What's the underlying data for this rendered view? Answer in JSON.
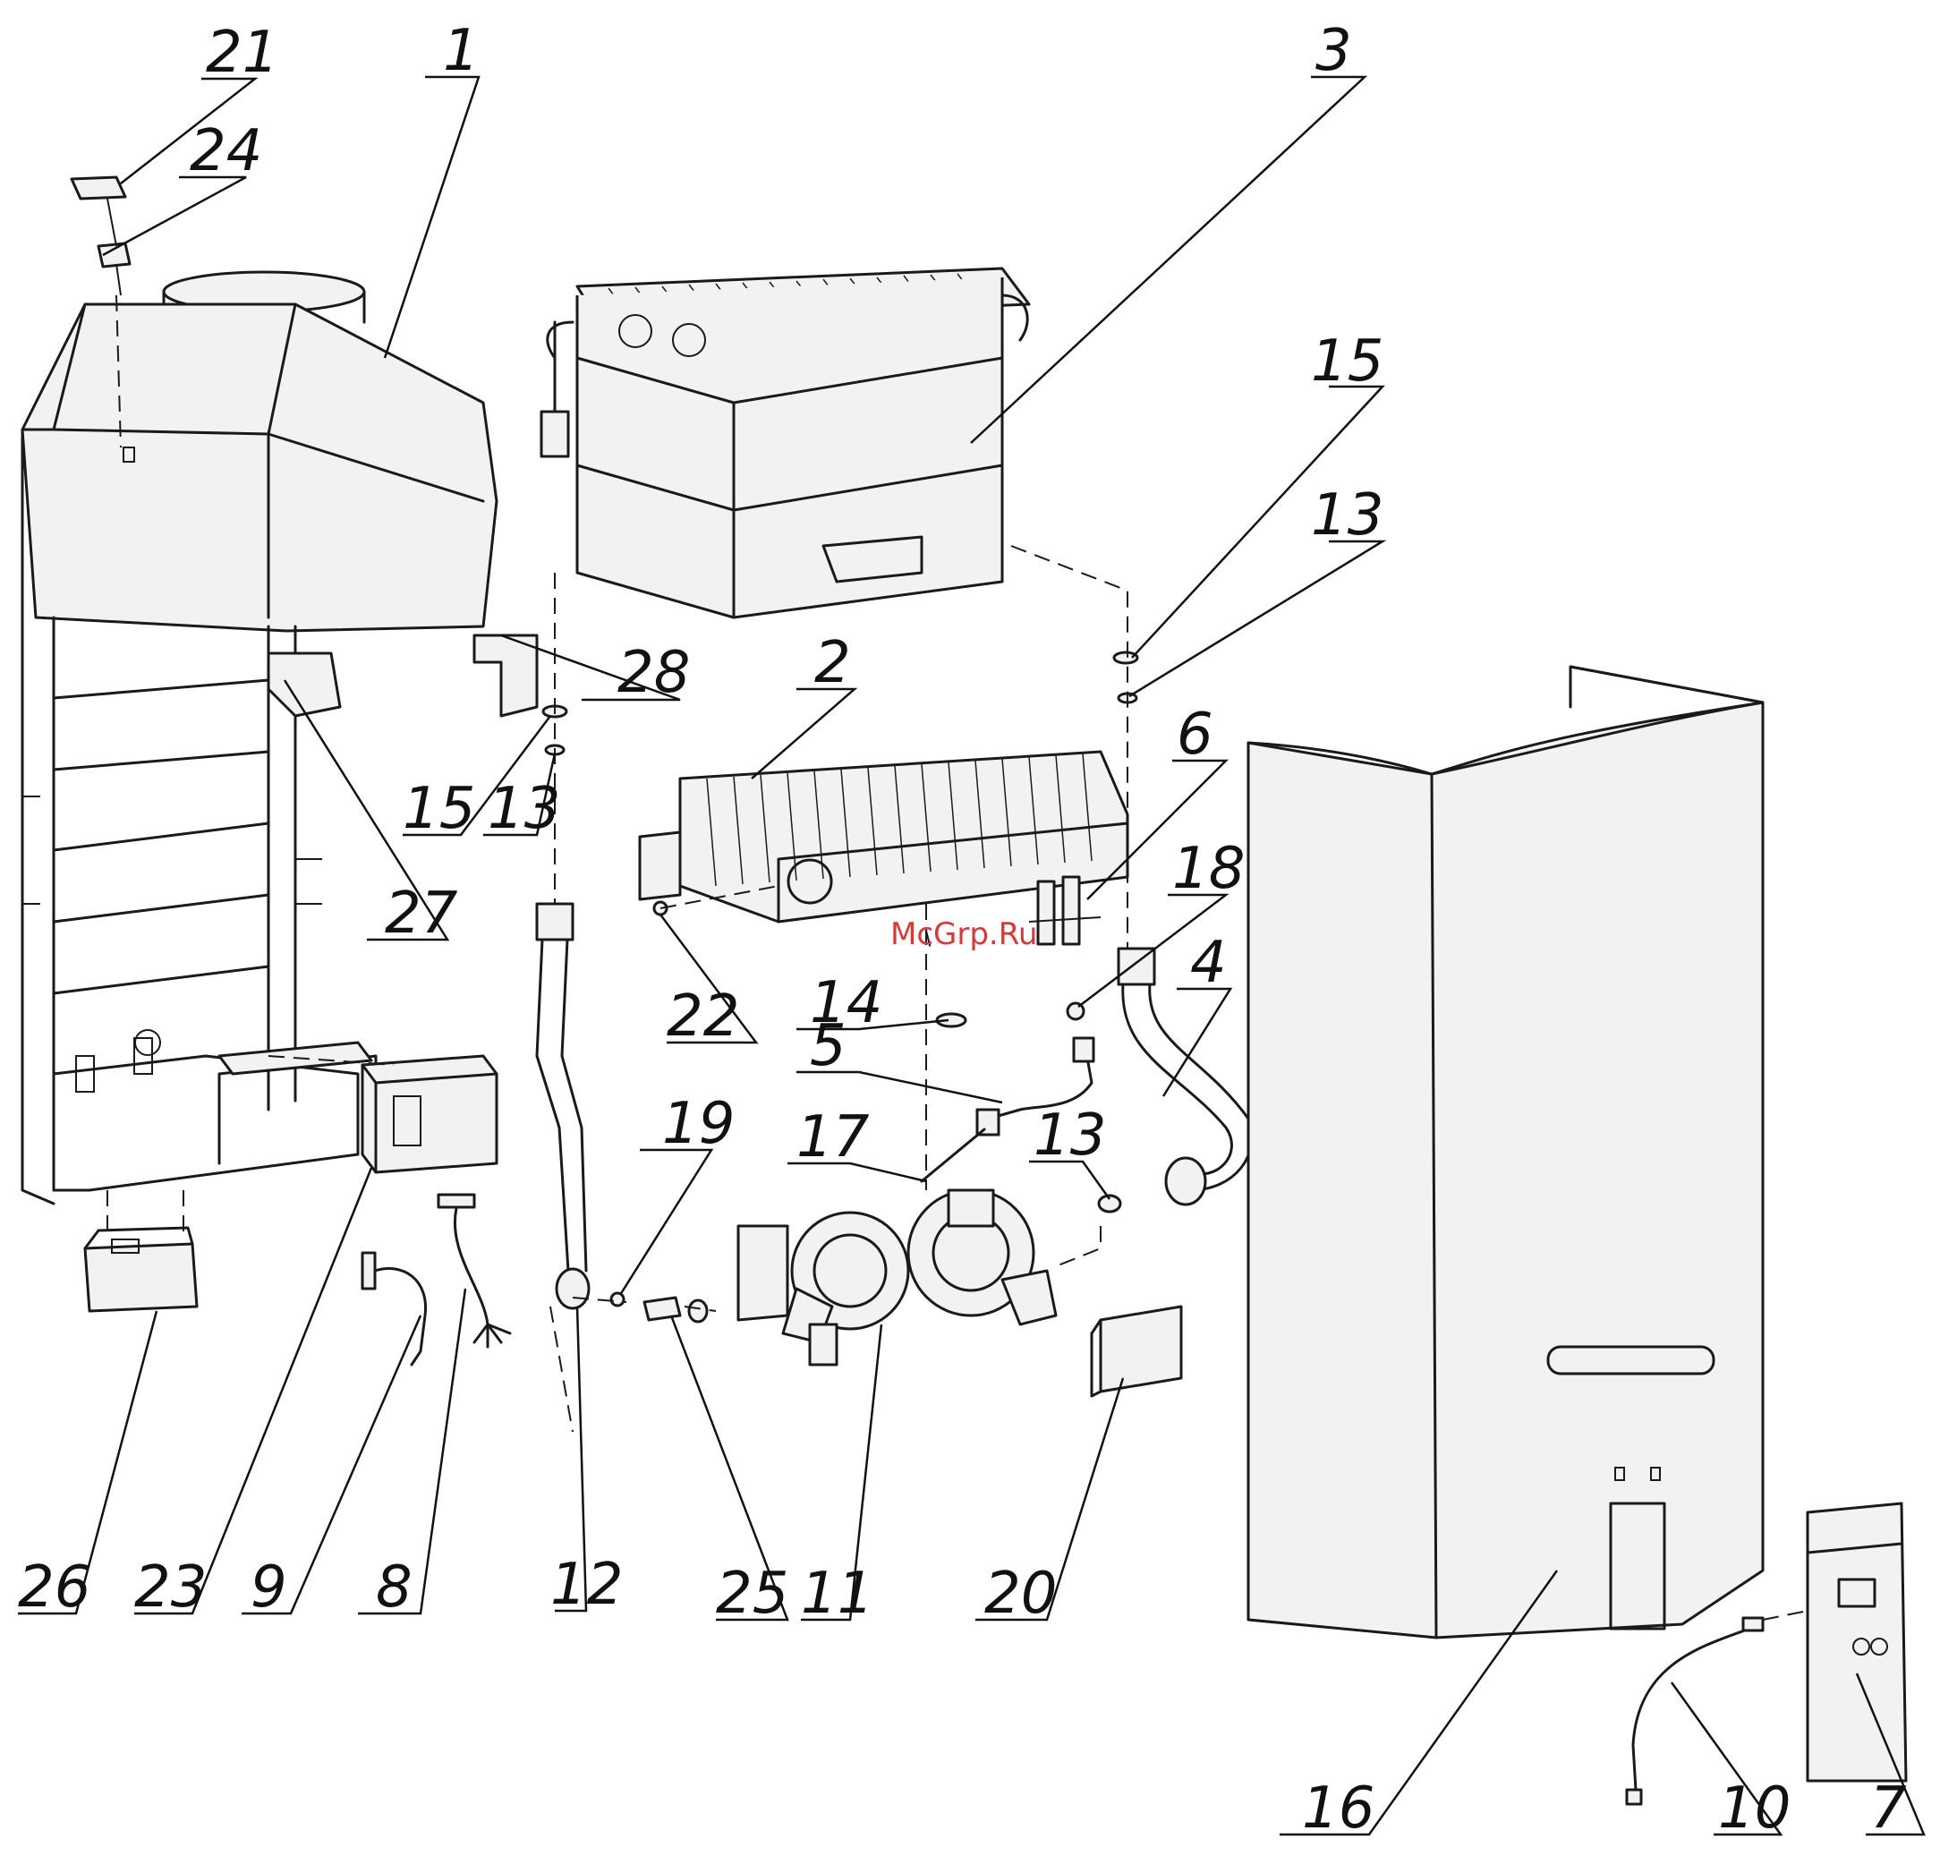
{
  "watermark": "McGrp.Ru",
  "callouts": {
    "c1": "1",
    "c2": "2",
    "c3": "3",
    "c4": "4",
    "c5": "5",
    "c6": "6",
    "c7": "7",
    "c8": "8",
    "c9": "9",
    "c10": "10",
    "c11": "11",
    "c12": "12",
    "c13a": "13",
    "c13b": "13",
    "c13c": "13",
    "c14": "14",
    "c15a": "15",
    "c15b": "15",
    "c16": "16",
    "c17": "17",
    "c18": "18",
    "c19": "19",
    "c20": "20",
    "c21": "21",
    "c22": "22",
    "c23": "23",
    "c24": "24",
    "c25": "25",
    "c26": "26",
    "c27": "27",
    "c28": "28"
  }
}
